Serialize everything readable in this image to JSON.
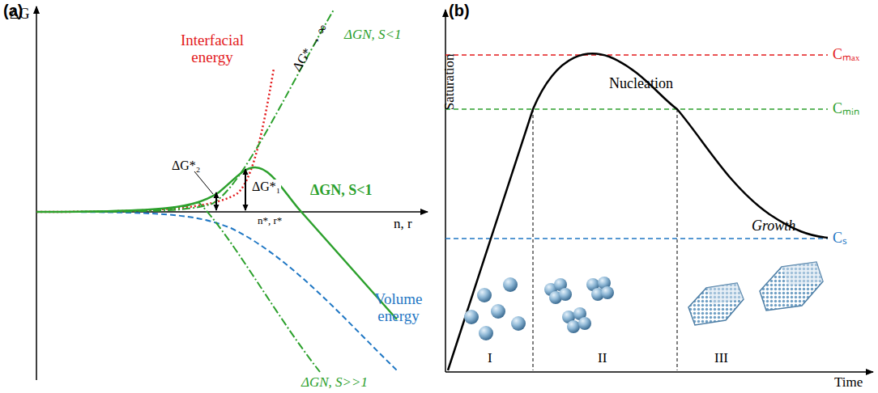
{
  "diagram": {
    "labels": [
      "(a)",
      "ΔG",
      "Interfacial energy",
      "ΔG* → ∞",
      "ΔGN, S<1",
      "ΔG*₂",
      "ΔG*₁",
      "ΔGN, S<1",
      "n*, r*",
      "n, r",
      "Volume energy",
      "ΔGN, S>>1",
      "(b)",
      "Saturation",
      "Cₘₐₓ",
      "Cₘᵢₙ",
      "Nucleation",
      "Growth",
      "Cₛ",
      "I",
      "II",
      "III",
      "Time"
    ]
  }
}
